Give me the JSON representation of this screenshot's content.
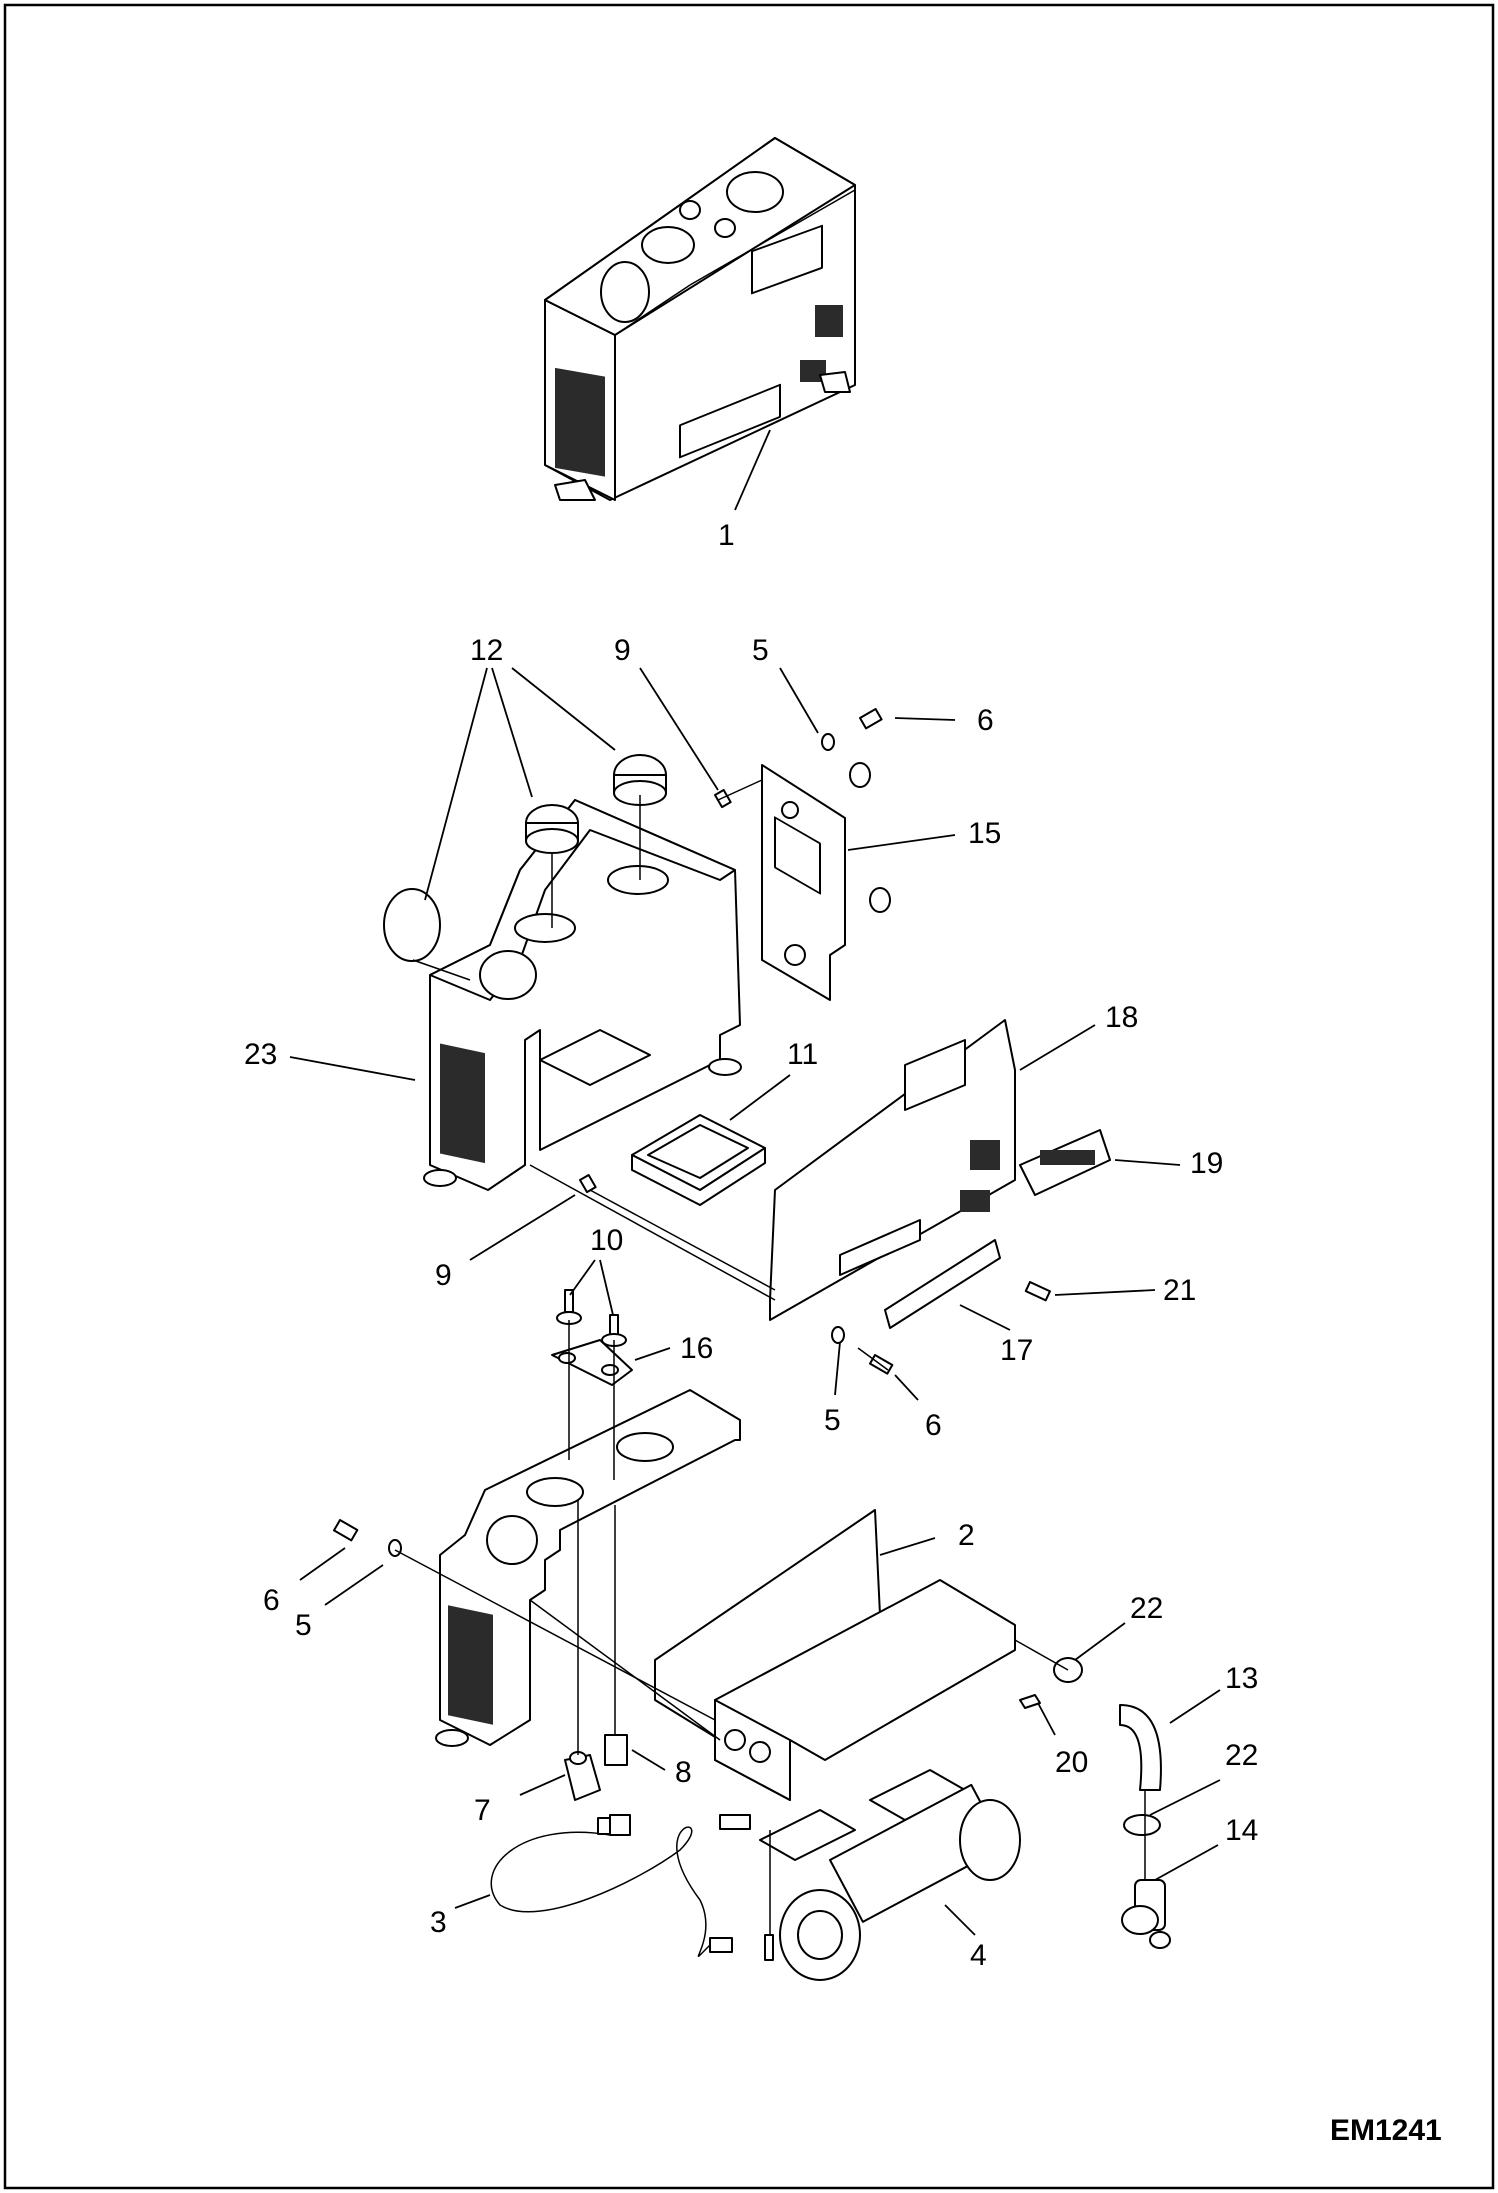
{
  "diagram": {
    "drawing_id": "EM1241",
    "callouts": [
      "1",
      "12",
      "9",
      "5",
      "6",
      "15",
      "23",
      "11",
      "18",
      "19",
      "9",
      "10",
      "16",
      "21",
      "17",
      "5",
      "6",
      "2",
      "6",
      "5",
      "22",
      "13",
      "20",
      "22",
      "8",
      "7",
      "14",
      "3",
      "4"
    ]
  }
}
